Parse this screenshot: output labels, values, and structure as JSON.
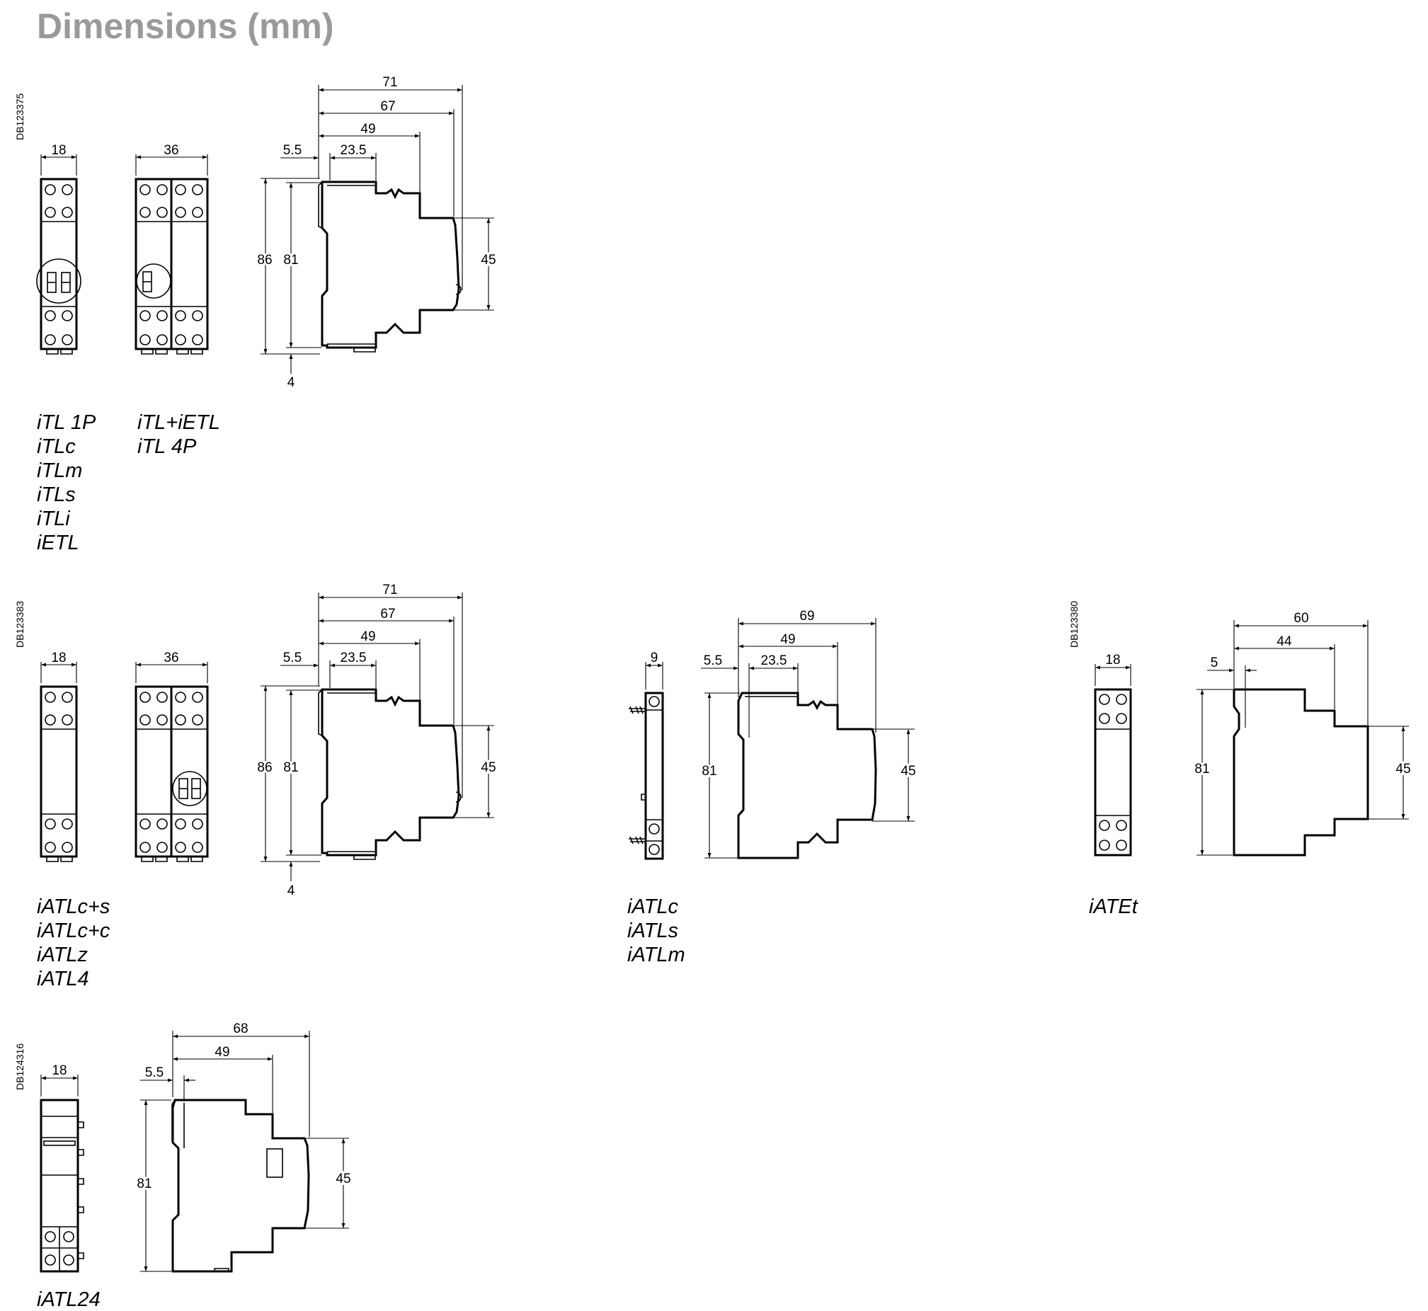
{
  "title": "Dimensions (mm)",
  "drawing_codes": [
    "DB123375",
    "DB123383",
    "DB123380",
    "DB124316"
  ],
  "groups": {
    "g1": {
      "models": [
        "iTL 1P",
        "iTLc",
        "iTLm",
        "iTLs",
        "iTLi",
        "iETL"
      ]
    },
    "g2": {
      "models": [
        "iTL+iETL",
        "iTL 4P"
      ]
    },
    "g3": {
      "models": [
        "iATLc+s",
        "iATLc+c",
        "iATLz",
        "iATL4"
      ]
    },
    "g4": {
      "models": [
        "iATLc",
        "iATLs",
        "iATLm"
      ]
    },
    "g5": {
      "models": [
        "iATEt"
      ]
    },
    "g6": {
      "models": [
        "iATL24"
      ]
    }
  },
  "dims": {
    "s1_front_w": "18",
    "s1_front2_w": "36",
    "s1_71": "71",
    "s1_67": "67",
    "s1_49": "49",
    "s1_55": "5.5",
    "s1_235": "23.5",
    "s1_86": "86",
    "s1_81": "81",
    "s1_45": "45",
    "s1_4": "4",
    "s2_front_w": "18",
    "s2_front2_w": "36",
    "s2_71": "71",
    "s2_67": "67",
    "s2_49": "49",
    "s2_55": "5.5",
    "s2_235": "23.5",
    "s2_86": "86",
    "s2_81": "81",
    "s2_45": "45",
    "s2_4": "4",
    "s3_9": "9",
    "s3_55": "5.5",
    "s3_69": "69",
    "s3_49": "49",
    "s3_235": "23.5",
    "s3_81": "81",
    "s3_45": "45",
    "s4_18": "18",
    "s4_60": "60",
    "s4_44": "44",
    "s4_5": "5",
    "s4_81": "81",
    "s4_45": "45",
    "s5_18": "18",
    "s5_68": "68",
    "s5_49": "49",
    "s5_55": "5.5",
    "s5_81": "81",
    "s5_45": "45"
  }
}
